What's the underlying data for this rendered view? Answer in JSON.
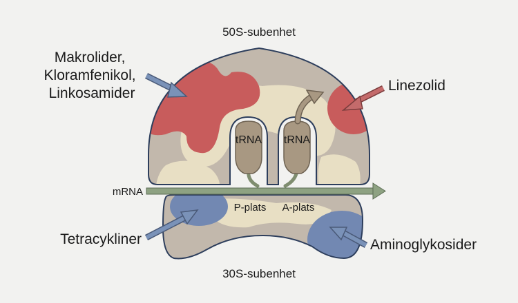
{
  "labels": {
    "large_subunit": "50S-subenhet",
    "small_subunit": "30S-subenhet",
    "drug_group_1": [
      "Makrolider,",
      "Kloramfenikol,",
      "Linkosamider"
    ],
    "drug_linezolid": "Linezolid",
    "drug_tetracyclines": "Tetracykliner",
    "drug_aminoglycosides": "Aminoglykosider",
    "mrna": "mRNA",
    "trna_left": "tRNA",
    "trna_right": "tRNA",
    "p_site": "P-plats",
    "a_site": "A-plats"
  },
  "colors": {
    "background": "#f2f2f0",
    "ribosome_body": "#c2b8ac",
    "ribosome_light": "#e8dfc4",
    "ribosome_outline": "#2d3e5c",
    "red_binding_site": "#c85c5c",
    "blue_binding_site": "#7288b2",
    "trna": "#a89882",
    "mrna": "#8ea282",
    "arrow_blue": "#7a92b8",
    "arrow_red": "#c46b6b"
  }
}
